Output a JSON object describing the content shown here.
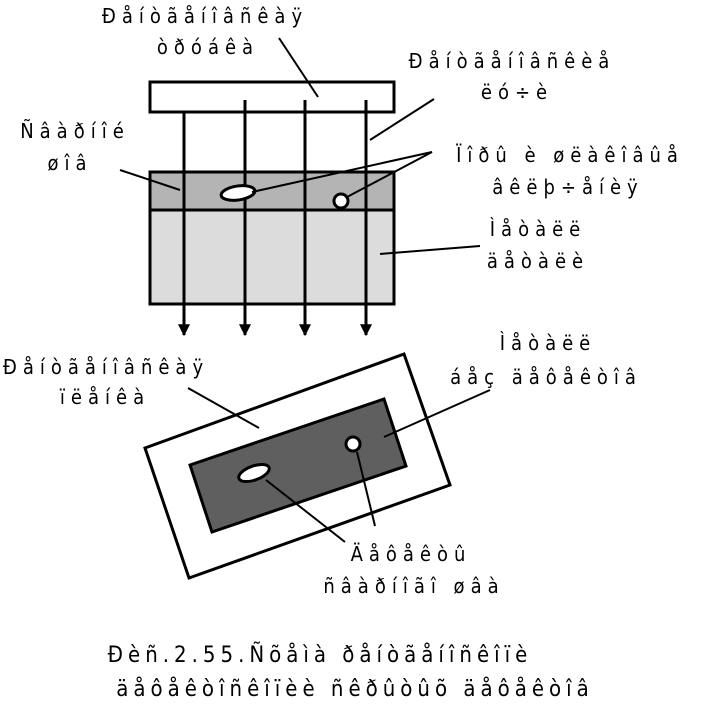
{
  "labels": {
    "tube_line1": "Ðåíòãåíîâñêàÿ",
    "tube_line2": "òðóáêà",
    "rays_line1": "Ðåíòãåíîâñêèå",
    "rays_line2": "ëó÷è",
    "seam_line1": "Ñâàðíîé",
    "seam_line2": "øîâ",
    "pores_line1": "Ïîðû è øëàêîâûå",
    "pores_line2": "âêëþ÷åíèÿ",
    "metal_line1": "Ìåòàëë",
    "metal_line2": "äåòàëè",
    "film_line1": "Ðåíòãåíîâñêàÿ",
    "film_line2": "ïëåíêà",
    "metal_nodef_line1": "Ìåòàëë",
    "metal_nodef_line2": "áåç äåôåêòîâ",
    "defects_line1": "Äåôåêòû",
    "defects_line2": "ñâàðíîãî øâà"
  },
  "caption": {
    "line1": "Ðèñ.2.55.Ñõåìà ðåíòãåíîñêîïè",
    "line2": "äåôåêòîñêîïèè ñêðûòûõ äåôåêòîâ"
  },
  "colors": {
    "seam_band": "#b4b4b4",
    "metal_part": "#dcdcdc",
    "film_dark": "#5f5f5f",
    "film_frame": "#ffffff",
    "stroke": "#000000"
  }
}
